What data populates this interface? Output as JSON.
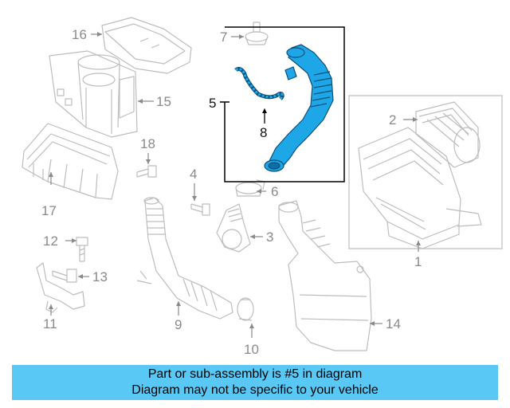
{
  "diagram": {
    "highlighted_part": "5",
    "colors": {
      "highlight": "#1ea7e6",
      "outline": "#b9b9b9",
      "highlight_box": "#000000",
      "banner": "#5ac8f5"
    },
    "callouts": [
      {
        "id": "16",
        "label": "16"
      },
      {
        "id": "15",
        "label": "15"
      },
      {
        "id": "17",
        "label": "17"
      },
      {
        "id": "18",
        "label": "18"
      },
      {
        "id": "7",
        "label": "7"
      },
      {
        "id": "5",
        "label": "5"
      },
      {
        "id": "8",
        "label": "8"
      },
      {
        "id": "4",
        "label": "4"
      },
      {
        "id": "6",
        "label": "6"
      },
      {
        "id": "3",
        "label": "3"
      },
      {
        "id": "2",
        "label": "2"
      },
      {
        "id": "1",
        "label": "1"
      },
      {
        "id": "12",
        "label": "12"
      },
      {
        "id": "13",
        "label": "13"
      },
      {
        "id": "11",
        "label": "11"
      },
      {
        "id": "9",
        "label": "9"
      },
      {
        "id": "10",
        "label": "10"
      },
      {
        "id": "14",
        "label": "14"
      }
    ]
  },
  "banner": {
    "line1": "Part or sub-assembly is #5 in diagram",
    "line2": "Diagram may not be specific to your vehicle"
  }
}
